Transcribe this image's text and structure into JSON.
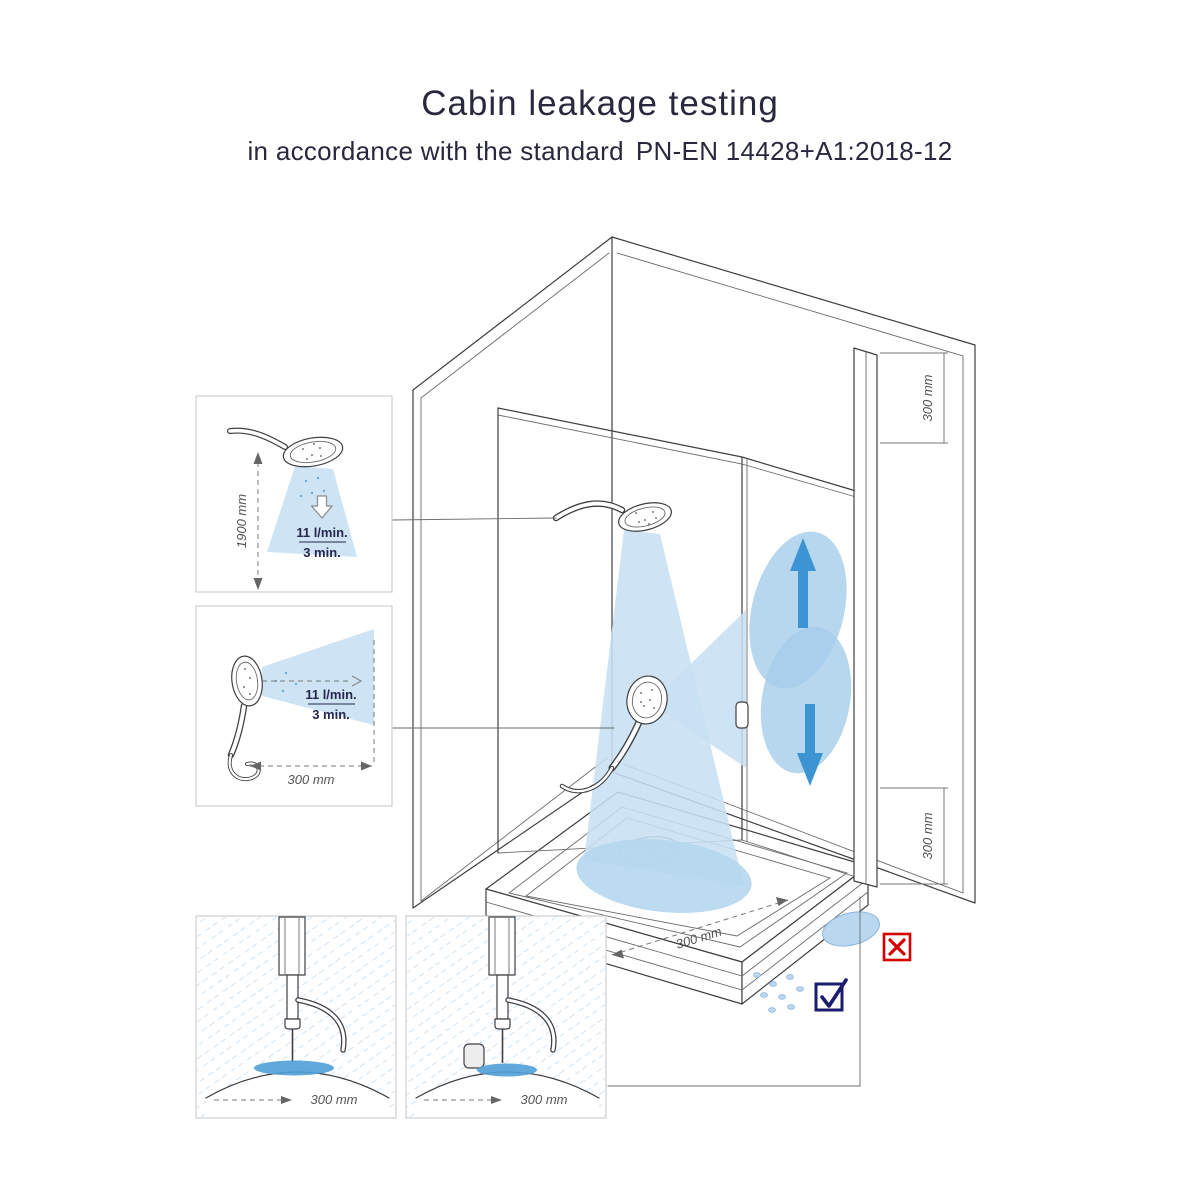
{
  "header": {
    "title": "Cabin leakage testing",
    "subtitle": "in accordance with the standard",
    "standard": "PN-EN 14428+A1:2018-12"
  },
  "insets": {
    "vertical_spray": {
      "flow": "11 l/min.",
      "duration": "3 min.",
      "height": "1900 mm"
    },
    "horizontal_spray": {
      "flow": "11 l/min.",
      "duration": "3 min.",
      "distance": "300 mm"
    },
    "seal_drip_left": {
      "distance": "300 mm"
    },
    "seal_drip_right": {
      "distance": "300 mm"
    }
  },
  "cabin": {
    "dim_top_right": "300 mm",
    "dim_bottom_right": "300 mm",
    "dim_tray": "300 mm"
  },
  "icons": {
    "fail": "x-mark",
    "pass": "check-mark",
    "spray_direction_down": "down-arrow",
    "spray_direction_up": "up-arrow"
  },
  "colors": {
    "line": "#3f3f43",
    "spray_blue": "#c7e0f3",
    "zone_blue": "#a5cdeb",
    "arrow_blue": "#3d94d2",
    "puddle_blue": "#51a0d7",
    "fail_red": "#d60000",
    "pass_navy": "#1b1b6f"
  }
}
